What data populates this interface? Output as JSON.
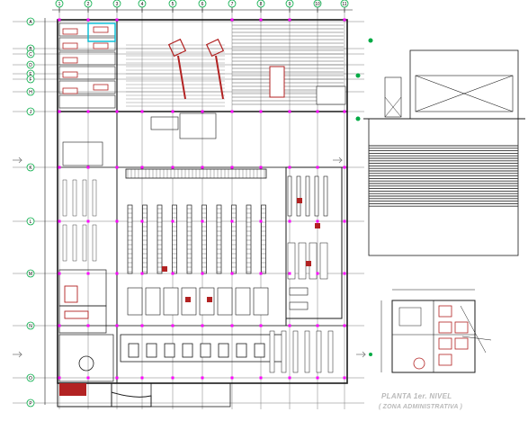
{
  "drawing": {
    "caption_line1": "PLANTA 1er. NIVEL",
    "caption_line2": "( ZONA ADMINISTRATIVA )"
  },
  "grid": {
    "columns": [
      "1",
      "2",
      "3",
      "4",
      "5",
      "6",
      "7",
      "8",
      "9",
      "10",
      "11"
    ],
    "rows": [
      "A",
      "B",
      "C",
      "D",
      "E",
      "F",
      "H",
      "J",
      "K",
      "L",
      "M",
      "N",
      "O",
      "P"
    ]
  },
  "colors": {
    "line": "#1a1a1a",
    "grid_line": "#7a7a7a",
    "axis_bubble": "#00aa44",
    "column_marker": "#ff00ff",
    "furniture_red": "#b22222",
    "highlight_cyan": "#00bcd4",
    "caption": "#b9b9b9"
  }
}
